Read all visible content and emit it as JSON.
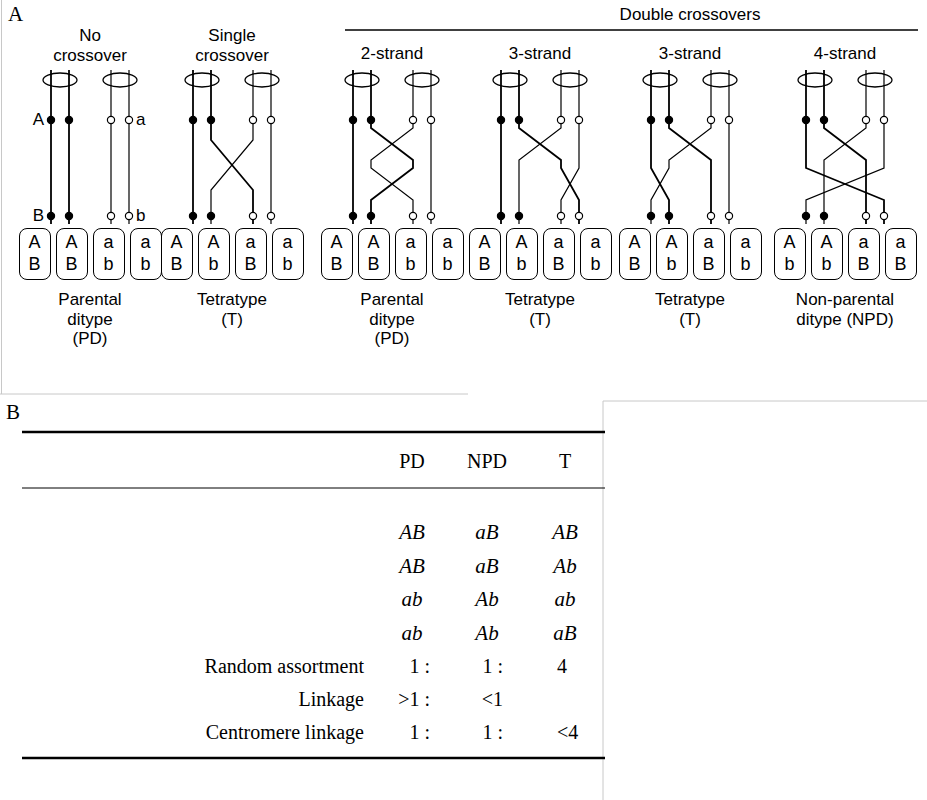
{
  "diagram": {
    "nodes": [
      {
        "text": [
          "A",
          "B"
        ]
      },
      {
        "text": [
          "A",
          "B"
        ]
      },
      {
        "text": [
          "a",
          "b"
        ]
      },
      {
        "text": [
          "a",
          "b"
        ]
      },
      {
        "text": [
          "A",
          "B"
        ]
      },
      {
        "text": [
          "A",
          "b"
        ]
      },
      {
        "text": [
          "a",
          "B"
        ]
      },
      {
        "text": [
          "a",
          "b"
        ]
      },
      {
        "text": [
          "A",
          "B"
        ]
      },
      {
        "text": [
          "A",
          "B"
        ]
      },
      {
        "text": [
          "a",
          "b"
        ]
      },
      {
        "text": [
          "a",
          "b"
        ]
      },
      {
        "text": [
          "A",
          "B"
        ]
      },
      {
        "text": [
          "A",
          "b"
        ]
      },
      {
        "text": [
          "a",
          "B"
        ]
      },
      {
        "text": [
          "a",
          "b"
        ]
      },
      {
        "text": [
          "A",
          "B"
        ]
      },
      {
        "text": [
          "A",
          "b"
        ]
      },
      {
        "text": [
          "a",
          "B"
        ]
      },
      {
        "text": [
          "a",
          "b"
        ]
      },
      {
        "text": [
          "A",
          "b"
        ]
      },
      {
        "text": [
          "A",
          "b"
        ]
      },
      {
        "text": [
          "a",
          "B"
        ]
      },
      {
        "text": [
          "a",
          "B"
        ]
      }
    ],
    "labels": [
      "A",
      "No crossover",
      "Single crossover",
      "Double crossovers",
      "2-strand",
      "3-strand",
      "3-strand",
      "4-strand",
      "A",
      "a",
      "B",
      "b",
      "Parental ditype (PD)",
      "Tetratype (T)",
      "Parental ditype (PD)",
      "Tetratype (T)",
      "Tetratype (T)",
      "Non-parental ditype (NPD)",
      "B",
      "PD",
      "NPD",
      "T",
      "AB",
      "aB",
      "AB",
      "AB",
      "aB",
      "Ab",
      "ab",
      "Ab",
      "ab",
      "ab",
      "Ab",
      "aB",
      "Random assortment",
      "1 :",
      "1 :",
      "4",
      "Linkage",
      ">1 :",
      "<1",
      "Centromere linkage",
      "1 :",
      "1 :",
      "<4"
    ]
  }
}
